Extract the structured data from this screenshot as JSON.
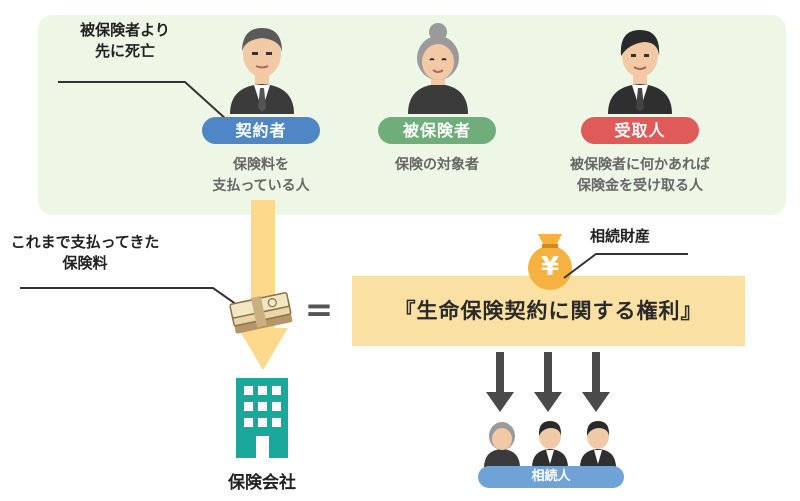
{
  "top_note": [
    "被保険者より",
    "先に死亡"
  ],
  "roles": {
    "contractor": {
      "label": "契約者",
      "desc": [
        "保険料を",
        "支払っている人"
      ],
      "color": "#4f86c6"
    },
    "insured": {
      "label": "被保険者",
      "desc": [
        "保険の対象者"
      ],
      "color": "#6fae7a"
    },
    "beneficiary": {
      "label": "受取人",
      "desc": [
        "被保険者に何かあれば",
        "保険金を受け取る人"
      ],
      "color": "#e05a5a"
    }
  },
  "paid_note": [
    "これまで支払ってきた",
    "保険料"
  ],
  "equals": "=",
  "inheritance_label": "相続財産",
  "yen_symbol": "¥",
  "rights_text": "『生命保険契約に関する権利』",
  "company_label": "保険会社",
  "heirs_label": "相続人",
  "colors": {
    "panel": "#eef7e6",
    "arrow": "#fcd98b",
    "rights": "#fbe0a3",
    "building": "#1aa79c",
    "money_bag": "#f6b240"
  },
  "icons": [
    "man-icon",
    "grandmother-icon",
    "businessman-icon",
    "money-stack-icon",
    "yen-bag-icon",
    "office-building-icon",
    "heir-icon"
  ]
}
